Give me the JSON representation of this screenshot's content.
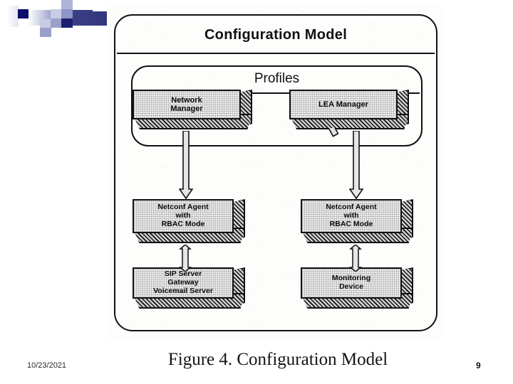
{
  "slide": {
    "date": "10/23/2021",
    "page_number": "9",
    "caption": "Figure 4.   Configuration Model"
  },
  "diagram": {
    "outer_title": "Configuration Model",
    "profiles_title": "Profiles",
    "boxes": [
      {
        "id": "network-manager",
        "lines": [
          "Network",
          "Manager"
        ]
      },
      {
        "id": "lea-manager",
        "lines": [
          "LEA Manager"
        ]
      },
      {
        "id": "netconf-agent-left",
        "lines": [
          "Netconf Agent",
          "with",
          "RBAC Mode"
        ]
      },
      {
        "id": "netconf-agent-right",
        "lines": [
          "Netconf Agent",
          "with",
          "RBAC Mode"
        ]
      },
      {
        "id": "sip-server",
        "lines": [
          "SIP Server",
          "Gateway",
          "Voicemail Server"
        ]
      },
      {
        "id": "monitoring-device",
        "lines": [
          "Monitoring",
          "Device"
        ]
      }
    ],
    "connectors": [
      {
        "id": "arrow-network-manager-to-netconf-left",
        "kind": "down-arrow"
      },
      {
        "id": "arrow-lea-manager-to-netconf-right",
        "kind": "down-arrow"
      },
      {
        "id": "arrow-lea-manager-to-netconf-left",
        "kind": "diagonal-arrow"
      },
      {
        "id": "arrow-netconf-left-to-sip-server",
        "kind": "double-arrow"
      },
      {
        "id": "arrow-netconf-right-to-monitoring",
        "kind": "double-arrow"
      }
    ]
  },
  "colors": {
    "ink": "#111111",
    "box_fill": "#ededed",
    "banner_navy": "#2f3279",
    "banner_light": "#c9cce2"
  }
}
